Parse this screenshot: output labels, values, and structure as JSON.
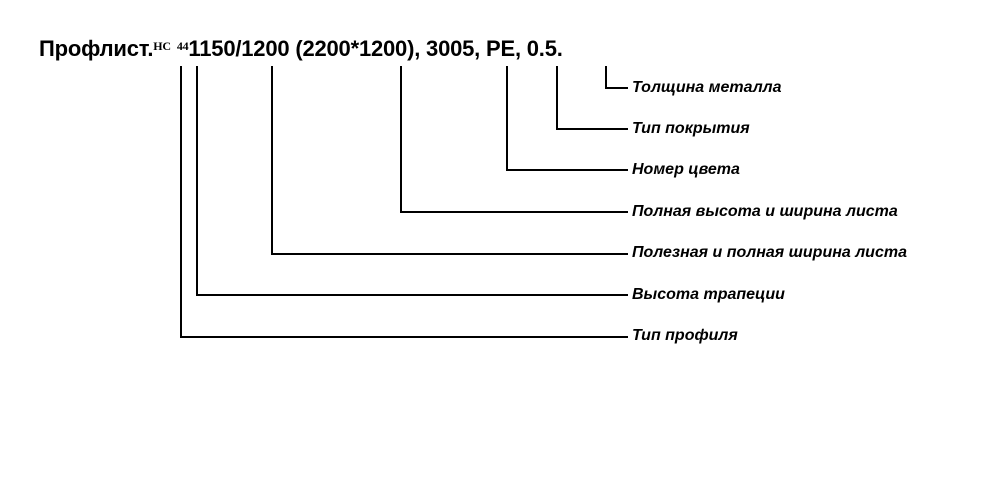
{
  "title": {
    "prefix": "Профлист.",
    "profile_type": "НС",
    "height": "44",
    "rest": "1150/1200 (2200*1200), 3005, PE, 0.5."
  },
  "labels": [
    "Толщина металла",
    "Тип покрытия",
    "Номер цвета",
    "Полная высота и ширина листа",
    "Полезная и полная ширина листа",
    "Высота трапеции",
    "Тип профиля"
  ]
}
